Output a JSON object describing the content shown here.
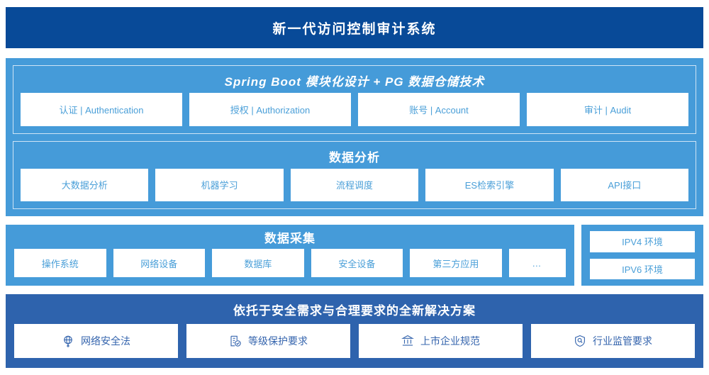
{
  "header": {
    "title": "新一代访问控制审计系统"
  },
  "colors": {
    "header_blue": "#084a98",
    "panel_light_blue": "#459bd9",
    "panel_mid_blue": "#2e63ad",
    "card_white": "#ffffff",
    "card_text_light": "#4a9fd8",
    "card_text_mid": "#3464ad",
    "group_border": "#cfe4f5"
  },
  "sections": {
    "platform": {
      "title": "Spring Boot 模块化设计 + PG 数据仓储技术",
      "cards": [
        {
          "label": "认证 | Authentication"
        },
        {
          "label": "授权 | Authorization"
        },
        {
          "label": "账号 | Account"
        },
        {
          "label": "审计 | Audit"
        }
      ]
    },
    "analytics": {
      "title": "数据分析",
      "cards": [
        {
          "label": "大数据分析"
        },
        {
          "label": "机器学习"
        },
        {
          "label": "流程调度"
        },
        {
          "label": "ES检索引擎"
        },
        {
          "label": "API接口"
        }
      ]
    },
    "collection": {
      "title": "数据采集",
      "cards": [
        {
          "label": "操作系统"
        },
        {
          "label": "网络设备"
        },
        {
          "label": "数据库"
        },
        {
          "label": "安全设备"
        },
        {
          "label": "第三方应用"
        },
        {
          "label": "…"
        }
      ]
    },
    "environment": {
      "cards": [
        {
          "label": "IPV4 环境"
        },
        {
          "label": "IPV6 环境"
        }
      ]
    },
    "compliance": {
      "title": "依托于安全需求与合理要求的全新解决方案",
      "cards": [
        {
          "label": "网络安全法",
          "icon": "globe-icon"
        },
        {
          "label": "等级保护要求",
          "icon": "document-check-icon"
        },
        {
          "label": "上市企业规范",
          "icon": "bank-icon"
        },
        {
          "label": "行业监管要求",
          "icon": "shield-search-icon"
        }
      ]
    }
  }
}
